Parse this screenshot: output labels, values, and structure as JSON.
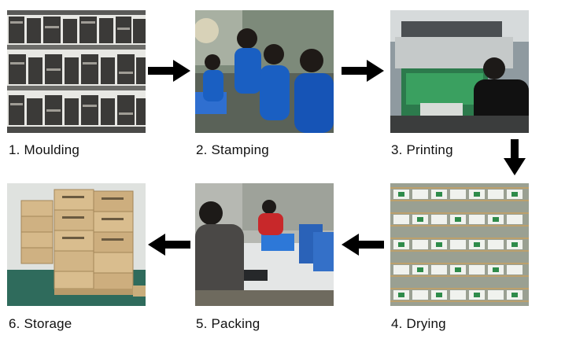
{
  "steps": [
    {
      "label": "1. Moulding",
      "icon": "moulding-shelves-photo"
    },
    {
      "label": "2. Stamping",
      "icon": "stamping-workers-photo"
    },
    {
      "label": "3. Printing",
      "icon": "printing-machine-photo"
    },
    {
      "label": "4. Drying",
      "icon": "drying-rack-photo"
    },
    {
      "label": "5. Packing",
      "icon": "packing-workers-photo"
    },
    {
      "label": "6. Storage",
      "icon": "storage-boxes-photo"
    }
  ],
  "colors": {
    "arrow": "#000000",
    "worker_shirt": "#1a5fc2",
    "box_cardboard": "#d6b98a",
    "drying_print_green": "#2e8b4a"
  }
}
